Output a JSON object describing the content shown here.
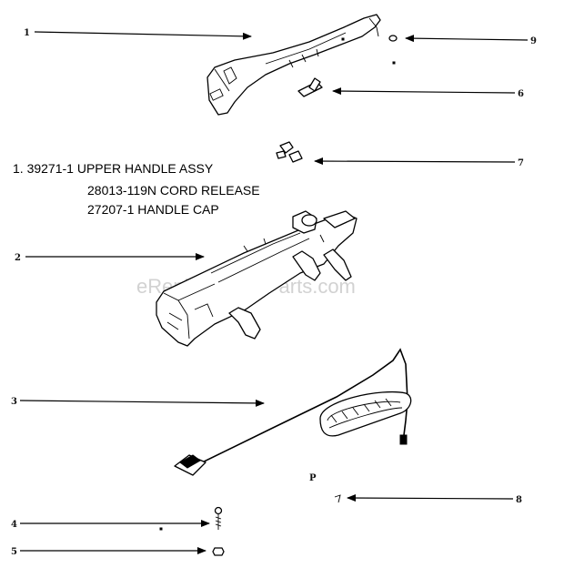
{
  "callouts": {
    "c1": "1",
    "c2": "2",
    "c3": "3",
    "c4": "4",
    "c5": "5",
    "c6": "6",
    "c7": "7",
    "c8": "8",
    "c9": "9"
  },
  "legend": {
    "line1": "1. 39271-1 UPPER HANDLE ASSY",
    "line2": "28013-119N CORD RELEASE",
    "line3": "27207-1 HANDLE CAP"
  },
  "stray_labels": {
    "p": "P"
  },
  "watermark": "eReplacementParts.com"
}
